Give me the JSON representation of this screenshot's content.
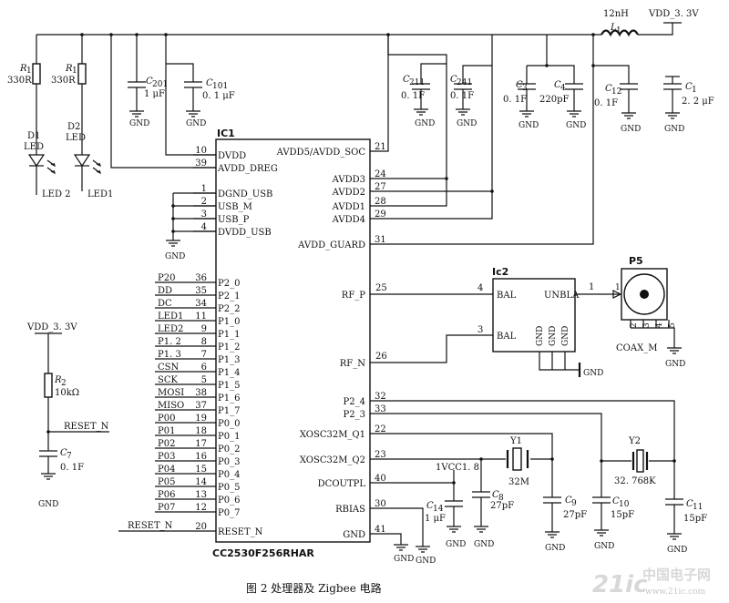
{
  "ic1": {
    "ref": "IC1",
    "part": "CC2530F256RHAR",
    "left_pins": [
      {
        "num": "10",
        "name": "DVDD"
      },
      {
        "num": "39",
        "name": "AVDD_DREG"
      },
      {
        "num": "1",
        "name": "DGND_USB"
      },
      {
        "num": "2",
        "name": "USB_M"
      },
      {
        "num": "3",
        "name": "USB_P"
      },
      {
        "num": "4",
        "name": "DVDD_USB"
      },
      {
        "num": "36",
        "name": "P2_0",
        "net": "P20"
      },
      {
        "num": "35",
        "name": "P2_1",
        "net": "DD"
      },
      {
        "num": "34",
        "name": "P2_2",
        "net": "DC"
      },
      {
        "num": "11",
        "name": "P1_0",
        "net": "LED1"
      },
      {
        "num": "9",
        "name": "P1_1",
        "net": "LED2"
      },
      {
        "num": "8",
        "name": "P1_2",
        "net": "P1. 2"
      },
      {
        "num": "7",
        "name": "P1_3",
        "net": "P1. 3"
      },
      {
        "num": "6",
        "name": "P1_4",
        "net": "CSN"
      },
      {
        "num": "5",
        "name": "P1_5",
        "net": "SCK"
      },
      {
        "num": "38",
        "name": "P1_6",
        "net": "MOSI"
      },
      {
        "num": "37",
        "name": "P1_7",
        "net": "MISO"
      },
      {
        "num": "19",
        "name": "P0_0",
        "net": "P00"
      },
      {
        "num": "18",
        "name": "P0_1",
        "net": "P01"
      },
      {
        "num": "17",
        "name": "P0_2",
        "net": "P02"
      },
      {
        "num": "16",
        "name": "P0_3",
        "net": "P03"
      },
      {
        "num": "15",
        "name": "P0_4",
        "net": "P04"
      },
      {
        "num": "14",
        "name": "P0_5",
        "net": "P05"
      },
      {
        "num": "13",
        "name": "P0_6",
        "net": "P06"
      },
      {
        "num": "12",
        "name": "P0_7",
        "net": "P07"
      },
      {
        "num": "20",
        "name": "RESET_N",
        "net": "RESET_N"
      }
    ],
    "right_pins": [
      {
        "num": "21",
        "name": "AVDD5/AVDD_SOC"
      },
      {
        "num": "24",
        "name": "AVDD3"
      },
      {
        "num": "27",
        "name": "AVDD2"
      },
      {
        "num": "28",
        "name": "AVDD1"
      },
      {
        "num": "29",
        "name": "AVDD4"
      },
      {
        "num": "31",
        "name": "AVDD_GUARD"
      },
      {
        "num": "25",
        "name": "RF_P"
      },
      {
        "num": "26",
        "name": "RF_N"
      },
      {
        "num": "32",
        "name": "P2_4"
      },
      {
        "num": "33",
        "name": "P2_3"
      },
      {
        "num": "22",
        "name": "XOSC32M_Q1"
      },
      {
        "num": "23",
        "name": "XOSC32M_Q2"
      },
      {
        "num": "40",
        "name": "DCOUTPL"
      },
      {
        "num": "30",
        "name": "RBIAS"
      },
      {
        "num": "41",
        "name": "GND"
      }
    ]
  },
  "ic2": {
    "ref": "Ic2",
    "pin_bal_p": "BAL",
    "pin_bal_p_num": "4",
    "pin_bal_n": "BAL",
    "pin_bal_n_num": "3",
    "pin_unbal": "UNBLA",
    "pin_unbal_num": "1",
    "gnd_pins": [
      "GND",
      "GND",
      "GND"
    ]
  },
  "p5": {
    "ref": "P5",
    "name": "COAX_M",
    "pin1": "1",
    "pins": [
      "2",
      "3",
      "4",
      "5"
    ]
  },
  "power": {
    "vdd": "VDD_3. 3V",
    "inductor_value": "12nH",
    "inductor_ref": "L",
    "inductor_sub": "1",
    "vdd_reset": "VDD_3. 3V",
    "vcc_label": "1VCC1. 8"
  },
  "components": {
    "r1a": {
      "ref": "R",
      "sub": "1",
      "value": "330R"
    },
    "r1b": {
      "ref": "R",
      "sub": "1",
      "value": "330R"
    },
    "r2": {
      "ref": "R",
      "sub": "2",
      "value": "10kΩ"
    },
    "d1": {
      "ref": "D1",
      "type": "LED",
      "net": "LED2"
    },
    "d2": {
      "ref": "D2",
      "type": "LED",
      "net": "LED1"
    },
    "c_a": {
      "ref": "C",
      "sub": "201",
      "value": "1 μF"
    },
    "c_b": {
      "ref": "C",
      "sub": "101",
      "value": "0. 1 μF"
    },
    "c_c": {
      "ref": "C",
      "sub": "211",
      "value": "0. 1F"
    },
    "c_d": {
      "ref": "C",
      "sub": "241",
      "value": "0. 1F"
    },
    "c_e": {
      "ref": "C",
      "sub": "3",
      "value": "0. 1F"
    },
    "c_f": {
      "ref": "C",
      "sub": "4",
      "value": "220pF"
    },
    "c_g": {
      "ref": "C",
      "sub": "12",
      "value": "0. 1F"
    },
    "c_h": {
      "ref": "C",
      "sub": "1",
      "value": "2. 2 μF"
    },
    "c_reset": {
      "ref": "C",
      "sub": "7",
      "value": "0. 1F"
    },
    "c14": {
      "ref": "C",
      "sub": "14",
      "value": "1 μF"
    },
    "c8": {
      "ref": "C",
      "sub": "8",
      "value": "27pF"
    },
    "c9": {
      "ref": "C",
      "sub": "9",
      "value": "27pF"
    },
    "c10": {
      "ref": "C",
      "sub": "10",
      "value": "15pF"
    },
    "c11": {
      "ref": "C",
      "sub": "11",
      "value": "15pF"
    },
    "y1": {
      "ref": "Y1",
      "value": "32M"
    },
    "y2": {
      "ref": "Y2",
      "value": "32. 768K"
    }
  },
  "labels": {
    "gnd": "GND",
    "reset_net": "RESET_N",
    "d1_net": "LED 2",
    "d2_net": "LED1"
  },
  "caption": "图 2    处理器及 Zigbee 电路",
  "watermark": {
    "logo": "21ic",
    "site": "中国电子网",
    "url": "www.21ic.com"
  }
}
